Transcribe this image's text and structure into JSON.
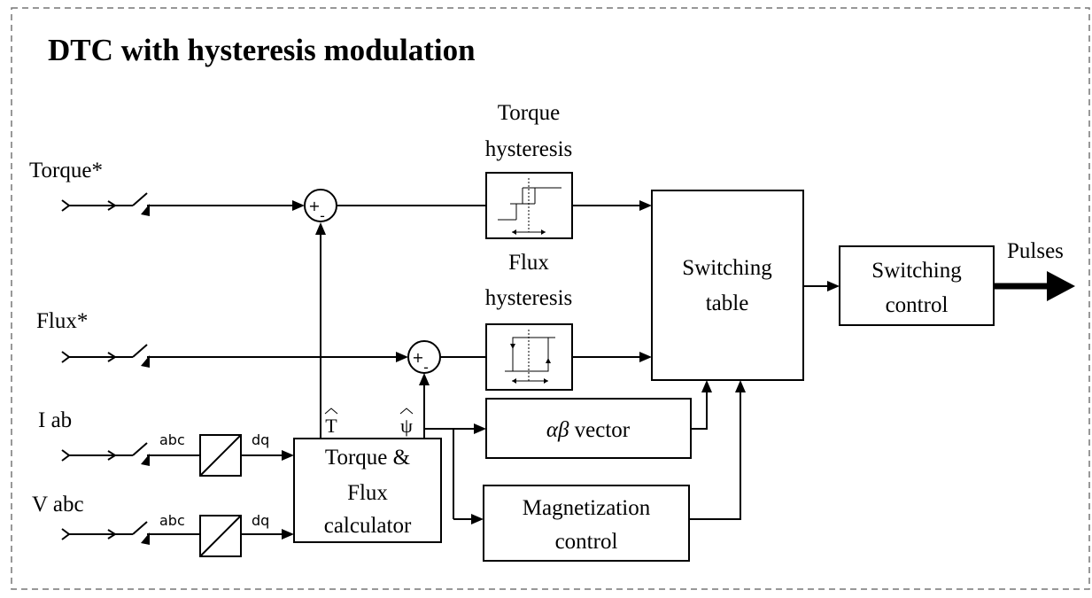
{
  "title": "DTC with hysteresis modulation",
  "inputs": {
    "torque_ref": "Torque*",
    "flux_ref": "Flux*",
    "current": "I ab",
    "voltage": "V abc"
  },
  "transforms": {
    "from_label": "abc",
    "to_label": "dq"
  },
  "blocks": {
    "torque_hysteresis": [
      "Torque",
      "hysteresis"
    ],
    "flux_hysteresis": [
      "Flux",
      "hysteresis"
    ],
    "switching_table": [
      "Switching",
      "table"
    ],
    "switching_control": [
      "Switching",
      "control"
    ],
    "calculator": [
      "Torque &",
      "Flux",
      "calculator"
    ],
    "ab_vector": {
      "symbol": "αβ",
      "text": " vector"
    },
    "magnetization_control": [
      "Magnetization",
      "control"
    ]
  },
  "estimates": {
    "torque_hat": "T",
    "flux_hat": "ψ"
  },
  "summing": {
    "plus": "+",
    "minus": "-"
  },
  "output": "Pulses"
}
